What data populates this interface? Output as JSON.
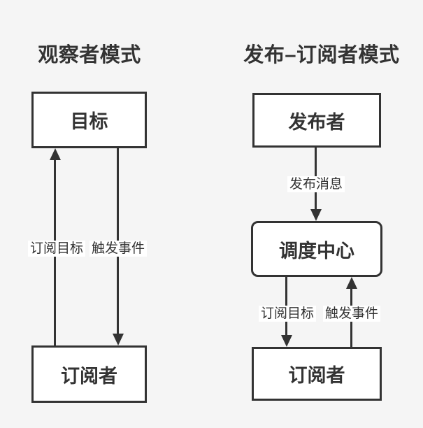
{
  "canvas": {
    "background_color": "#f5f5f5",
    "stroke_color": "#333333",
    "node_fill_color": "#ffffff",
    "text_color": "#333333"
  },
  "left_panel": {
    "title": "观察者模式",
    "nodes": {
      "target": "目标",
      "subscriber": "订阅者"
    },
    "edges": {
      "subscribe_label": "订阅目标",
      "trigger_label": "触发事件"
    }
  },
  "right_panel": {
    "title": "发布–订阅者模式",
    "nodes": {
      "publisher": "发布者",
      "dispatch_center": "调度中心",
      "subscriber": "订阅者"
    },
    "edges": {
      "publish_label": "发布消息",
      "subscribe_label": "订阅目标",
      "trigger_label": "触发事件"
    }
  }
}
